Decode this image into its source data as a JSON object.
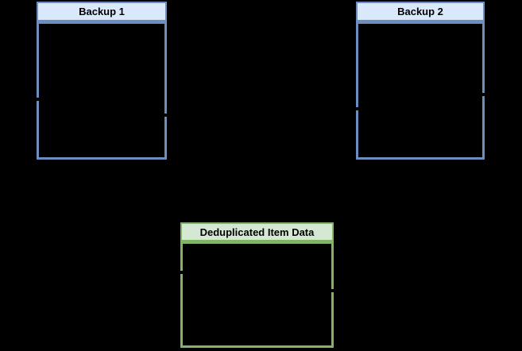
{
  "diagram": {
    "background_color": "#000000",
    "boxes": [
      {
        "label": "Backup 1",
        "header_fill": "#dae8fc",
        "stroke_color": "#6c8ebf",
        "body_fill": "transparent"
      },
      {
        "label": "Backup 2",
        "header_fill": "#dae8fc",
        "stroke_color": "#6c8ebf",
        "body_fill": "transparent"
      },
      {
        "label": "Deduplicated Item Data",
        "header_fill": "#d5e8d4",
        "stroke_color": "#82b366",
        "body_fill": "transparent"
      }
    ],
    "connector_tick_color": "#000000"
  }
}
